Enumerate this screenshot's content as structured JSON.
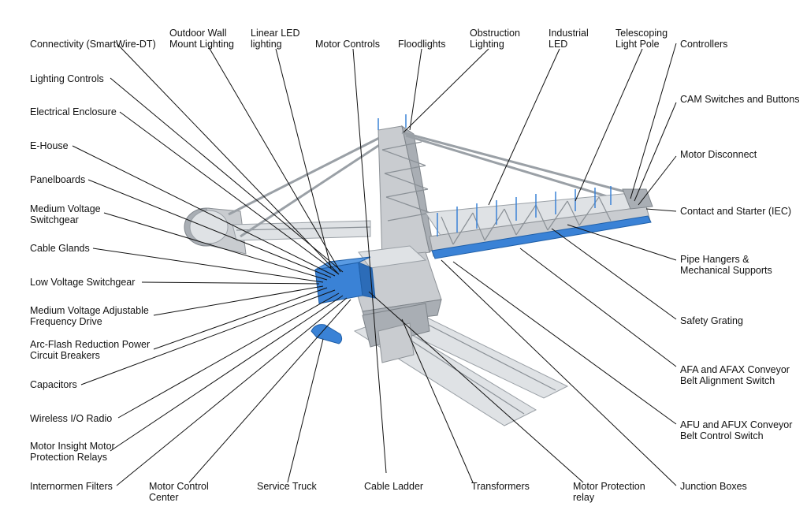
{
  "labels": [
    {
      "id": "connectivity",
      "text": "Connectivity (SmartWire-DT)"
    },
    {
      "id": "outdoor_wall",
      "text": "Outdoor Wall\nMount Lighting"
    },
    {
      "id": "linear_led",
      "text": "Linear LED\nlighting"
    },
    {
      "id": "motor_controls",
      "text": "Motor Controls"
    },
    {
      "id": "floodlights",
      "text": "Floodlights"
    },
    {
      "id": "obstruction",
      "text": "Obstruction\nLighting"
    },
    {
      "id": "industrial_led",
      "text": "Industrial\nLED"
    },
    {
      "id": "telescoping",
      "text": "Telescoping\nLight Pole"
    },
    {
      "id": "controllers",
      "text": "Controllers"
    },
    {
      "id": "lighting_controls",
      "text": "Lighting Controls"
    },
    {
      "id": "electrical_enclosure",
      "text": "Electrical Enclosure"
    },
    {
      "id": "ehouse",
      "text": "E-House"
    },
    {
      "id": "panelboards",
      "text": "Panelboards"
    },
    {
      "id": "mv_switchgear",
      "text": "Medium Voltage\nSwitchgear"
    },
    {
      "id": "cable_glands",
      "text": "Cable Glands"
    },
    {
      "id": "lv_switchgear",
      "text": "Low Voltage Switchgear"
    },
    {
      "id": "mv_afd",
      "text": "Medium Voltage Adjustable\nFrequency Drive"
    },
    {
      "id": "arc_flash",
      "text": "Arc-Flash Reduction Power\nCircuit Breakers"
    },
    {
      "id": "capacitors",
      "text": "Capacitors"
    },
    {
      "id": "wireless_io",
      "text": "Wireless I/O Radio"
    },
    {
      "id": "motor_insight",
      "text": "Motor Insight Motor\nProtection Relays"
    },
    {
      "id": "internormen",
      "text": "Internormen Filters"
    },
    {
      "id": "mcc",
      "text": "Motor Control\nCenter"
    },
    {
      "id": "service_truck",
      "text": "Service Truck"
    },
    {
      "id": "cable_ladder",
      "text": "Cable Ladder"
    },
    {
      "id": "transformers",
      "text": "Transformers"
    },
    {
      "id": "motor_prot_relay",
      "text": "Motor Protection\nrelay"
    },
    {
      "id": "junction_boxes",
      "text": "Junction Boxes"
    },
    {
      "id": "cam_switches",
      "text": "CAM Switches and Buttons"
    },
    {
      "id": "motor_disconnect",
      "text": "Motor Disconnect"
    },
    {
      "id": "contact_starter",
      "text": "Contact and Starter (IEC)"
    },
    {
      "id": "pipe_hangers",
      "text": "Pipe Hangers &\nMechanical Supports"
    },
    {
      "id": "safety_grating",
      "text": "Safety Grating"
    },
    {
      "id": "afa",
      "text": "AFA and AFAX Conveyor\nBelt Alignment Switch"
    },
    {
      "id": "afu",
      "text": "AFU and AFUX Conveyor\nBelt Control Switch"
    }
  ],
  "colors": {
    "highlight": "#3a82d6",
    "steel": "#c9ccd0",
    "callout_line": "#111111"
  }
}
